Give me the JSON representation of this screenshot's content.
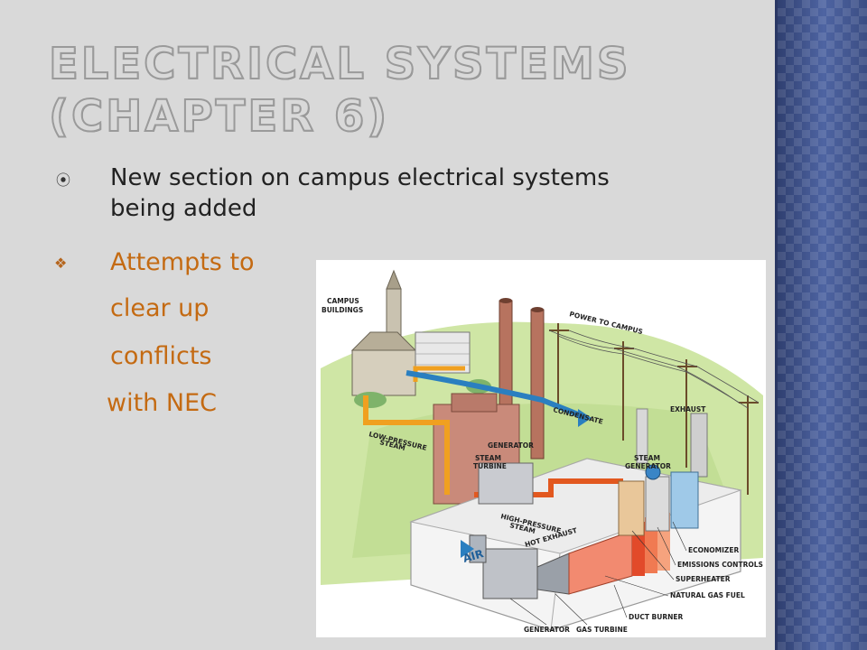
{
  "slide": {
    "title_line1": "Electrical Systems",
    "title_line2": "(Chapter 6)",
    "bullet1": "New section on campus electrical systems being added",
    "bullet2_lines": [
      "Attempts to",
      "clear up",
      "conflicts",
      "with NEC"
    ]
  },
  "illustration": {
    "labels": {
      "campus_buildings_1": "CAMPUS",
      "campus_buildings_2": "BUILDINGS",
      "power_to_campus": "POWER TO CAMPUS",
      "condensate": "CONDENSATE",
      "exhaust": "EXHAUST",
      "low_pressure_1": "LOW-PRESSURE",
      "low_pressure_2": "STEAM",
      "generator": "GENERATOR",
      "steam_turbine_1": "STEAM",
      "steam_turbine_2": "TURBINE",
      "steam_generator_1": "STEAM",
      "steam_generator_2": "GENERATOR",
      "high_pressure_1": "HIGH-PRESSURE",
      "high_pressure_2": "STEAM",
      "air": "AIR",
      "hot_exhaust": "HOT EXHAUST",
      "economizer": "ECONOMIZER",
      "emissions_controls": "EMISSIONS CONTROLS",
      "superheater": "SUPERHEATER",
      "natural_gas_fuel": "NATURAL GAS FUEL",
      "duct_burner": "DUCT BURNER",
      "generator_bottom": "GENERATOR",
      "gas_turbine": "GAS TURBINE"
    }
  },
  "colors": {
    "background": "#d9d9d9",
    "sidebar": "#3c4f86",
    "accent_orange": "#c46a12",
    "text_dark": "#222222"
  }
}
